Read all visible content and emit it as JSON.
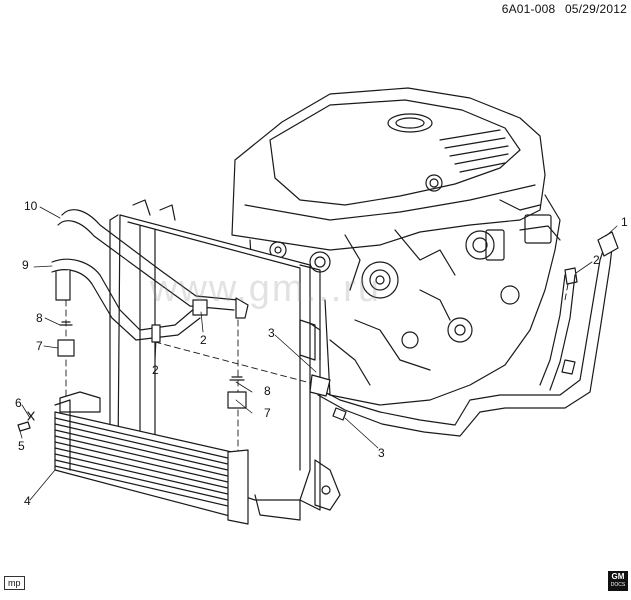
{
  "header": {
    "diagram_code": "6A01-008",
    "date": "05/29/2012"
  },
  "watermark": "www.gm...ru",
  "callouts": [
    "1",
    "2",
    "2",
    "2",
    "3",
    "3",
    "4",
    "5",
    "6",
    "7",
    "7",
    "8",
    "8",
    "9",
    "10"
  ],
  "footer": {
    "mp_label": "mp",
    "gm_logo_top": "GM",
    "gm_logo_bottom": "DOCS"
  },
  "colors": {
    "line": "#1a1a1a",
    "background": "#ffffff"
  }
}
